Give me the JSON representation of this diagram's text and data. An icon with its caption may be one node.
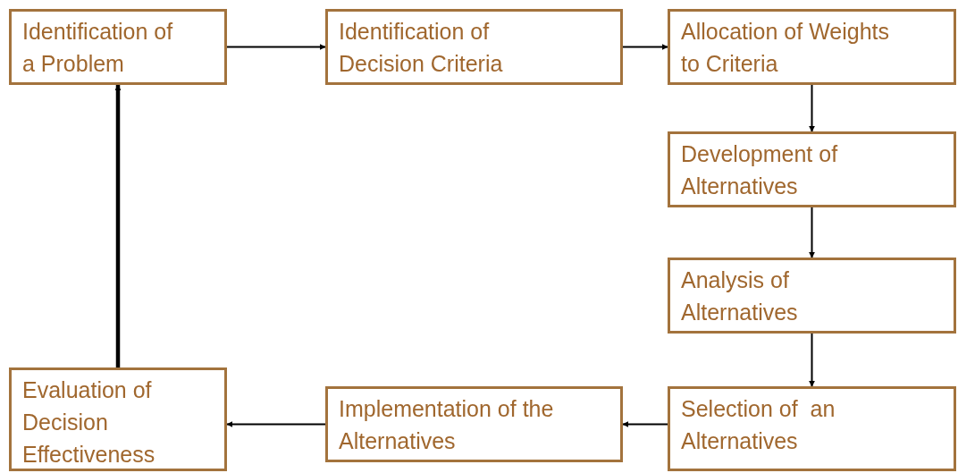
{
  "diagram": {
    "nodes": [
      {
        "text": [
          "Identification of a Problem"
        ]
      },
      {
        "text": [
          "Identification of Decision Criteria"
        ]
      },
      {
        "text": [
          "Allocation of Weights to Criteria"
        ]
      },
      {
        "text": [
          "Development of Alternatives"
        ]
      },
      {
        "text": [
          "Analysis of Alternatives"
        ]
      },
      {
        "text": [
          "Selection of  an Alternatives"
        ]
      },
      {
        "text": [
          "Implementation of the Alternatives"
        ]
      },
      {
        "text": [
          "Evaluation of Decision Effectiveness"
        ]
      }
    ],
    "edges": [
      {
        "from": 0,
        "to": 1,
        "arrow": "to"
      },
      {
        "from": 1,
        "to": 2,
        "arrow": "to"
      },
      {
        "from": 2,
        "to": 3,
        "arrow": "to"
      },
      {
        "from": 3,
        "to": 4,
        "arrow": "to"
      },
      {
        "from": 4,
        "to": 5,
        "arrow": "to"
      },
      {
        "from": 5,
        "to": 6,
        "arrow": "to"
      },
      {
        "from": 6,
        "to": 7,
        "arrow": "to"
      },
      {
        "from": 7,
        "to": 0,
        "arrow": "to",
        "style": "thick"
      }
    ]
  }
}
